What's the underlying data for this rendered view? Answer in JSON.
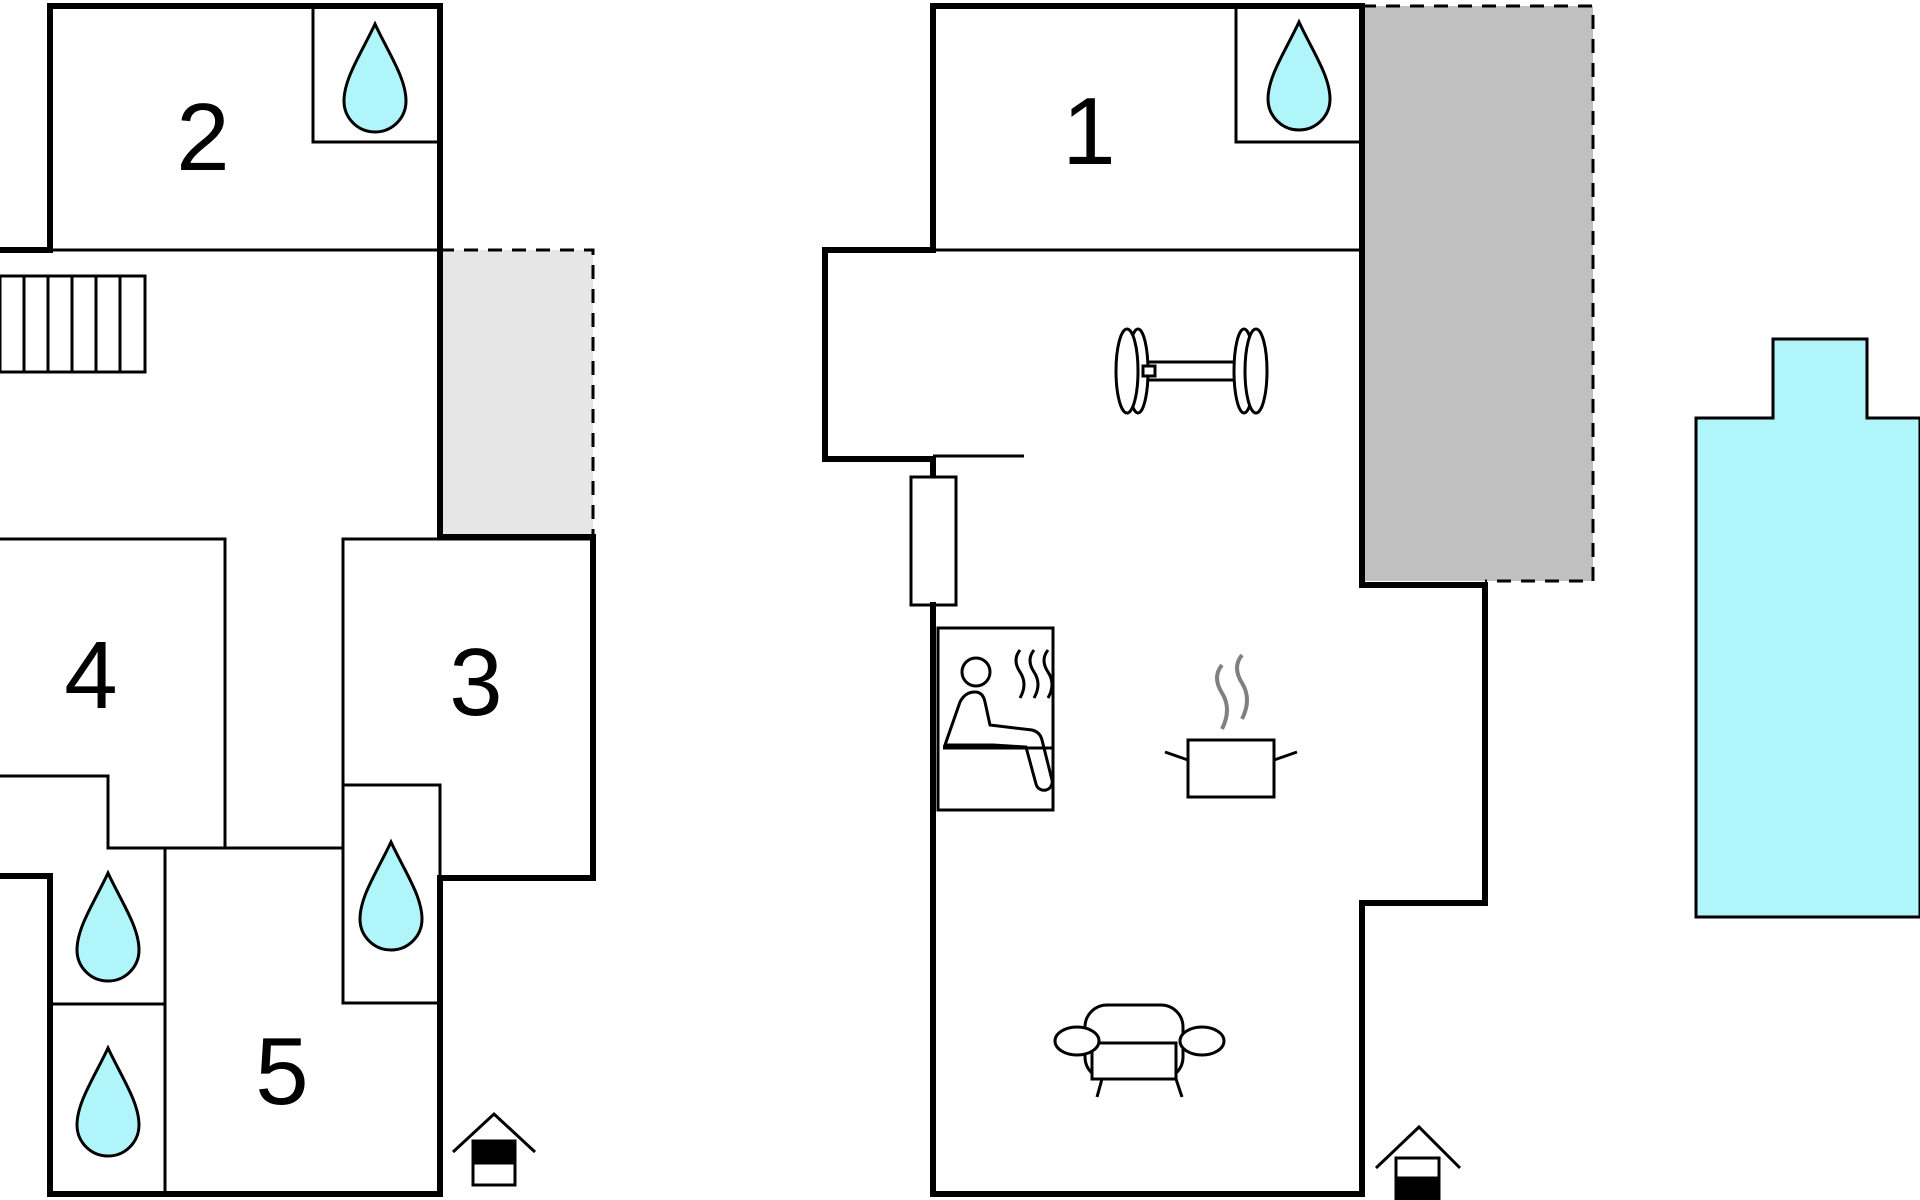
{
  "floor_plan": {
    "rooms": [
      {
        "id": "room-1",
        "label": "1"
      },
      {
        "id": "room-2",
        "label": "2"
      },
      {
        "id": "room-3",
        "label": "3"
      },
      {
        "id": "room-4",
        "label": "4"
      },
      {
        "id": "room-5",
        "label": "5"
      }
    ],
    "colors": {
      "water_drop": "#b0f5fa",
      "pool": "#b0f5fa",
      "covered_terrace": "#c0c0c0",
      "upper_terrace": "#e6e6e6",
      "walls": "#000000"
    },
    "icons": [
      "water-drop-icon",
      "stairs-icon",
      "dumbbell-icon",
      "sauna-icon",
      "cooking-pot-icon",
      "sofa-icon",
      "entrance-icon",
      "pool-icon"
    ]
  }
}
